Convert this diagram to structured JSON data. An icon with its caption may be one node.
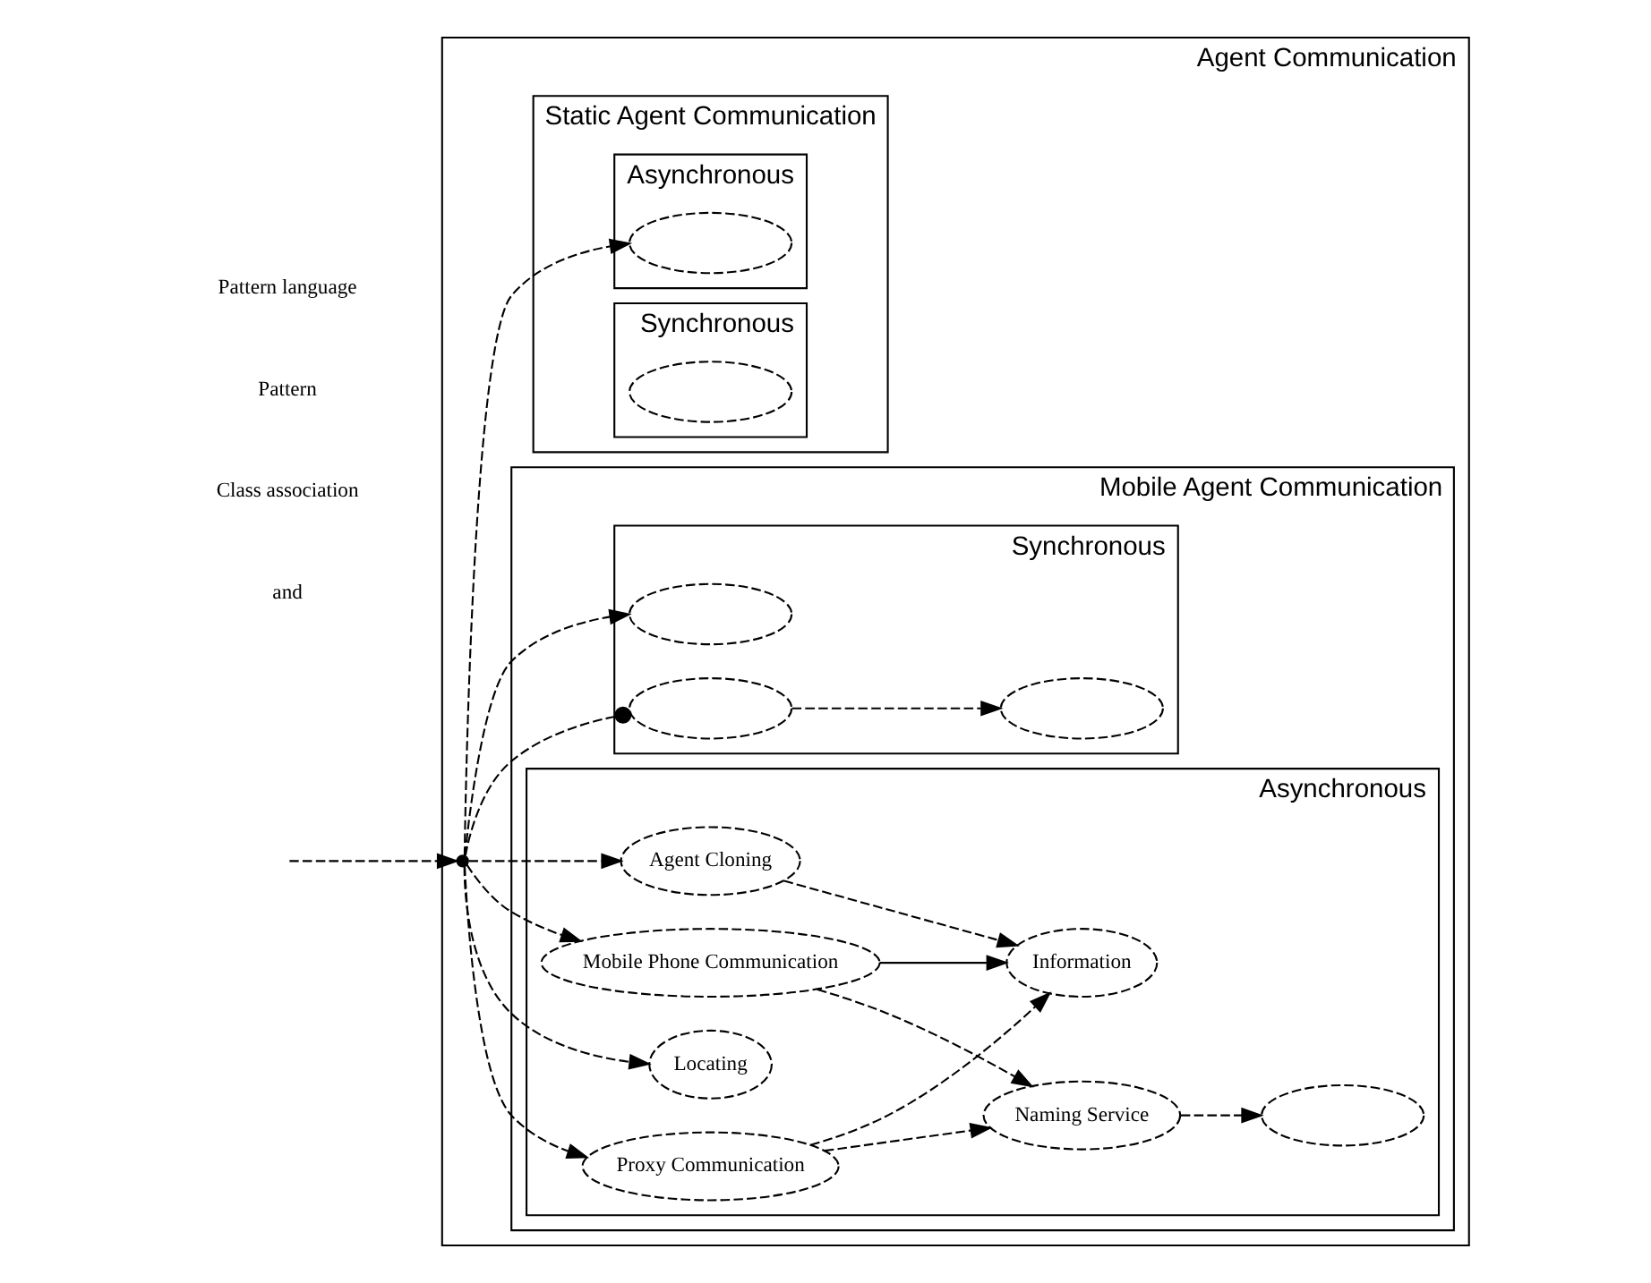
{
  "diagram": {
    "nodes": [
      {
        "text": [
          "Agent Communication"
        ]
      },
      {
        "text": [
          "Mobile Agent Communication"
        ],
        "in": 0
      },
      {
        "text": [
          "Synchronous"
        ],
        "in": 1
      },
      {
        "text": [],
        "shape": "ellipse",
        "in": 2
      },
      {
        "text": [],
        "shape": "ellipse",
        "in": 2
      },
      {
        "text": [],
        "shape": "ellipse",
        "in": 2
      },
      {
        "text": [
          "Asynchronous"
        ],
        "in": 1
      },
      {
        "text": [
          "Agent Cloning"
        ],
        "in": 6
      },
      {
        "text": [
          "Mobile Phone Communication"
        ],
        "in": 6
      },
      {
        "text": [
          "Information"
        ],
        "in": 6
      },
      {
        "text": [
          "Locating"
        ],
        "in": 6
      },
      {
        "text": [
          "Naming Service"
        ],
        "in": 6
      },
      {
        "text": [],
        "shape": "ellipse",
        "in": 6
      },
      {
        "text": [
          "Proxy Communication"
        ],
        "in": 6
      },
      {
        "text": [
          "Static Agent Communication"
        ],
        "in": 0
      },
      {
        "text": [
          "Asynchronous"
        ],
        "in": 14
      },
      {
        "text": [],
        "shape": "ellipse",
        "in": 15
      },
      {
        "text": [
          "Synchronous"
        ],
        "in": 14
      },
      {
        "text": [],
        "shape": "ellipse",
        "in": 17
      },
      {
        "text": [],
        "shape": "circle",
        "in": 0
      }
    ],
    "edges": [
      {
        "from": null,
        "to": 19,
        "arrow": "to",
        "style": "dashed"
      },
      {
        "from": 19,
        "to": 3,
        "arrow": "to",
        "style": "dashed"
      },
      {
        "from": 19,
        "to": 4,
        "arrow": "other",
        "style": "dashed"
      },
      {
        "from": 4,
        "to": 5,
        "arrow": "to",
        "style": "dashed"
      },
      {
        "from": 19,
        "to": 7,
        "arrow": "to",
        "style": "dashed"
      },
      {
        "from": 19,
        "to": 8,
        "arrow": "to",
        "style": "dashed"
      },
      {
        "from": 19,
        "to": 10,
        "arrow": "to",
        "style": "dashed"
      },
      {
        "from": 19,
        "to": 13,
        "arrow": "to",
        "style": "dashed"
      },
      {
        "from": 19,
        "to": 16,
        "arrow": "to",
        "style": "dashed"
      },
      {
        "from": 7,
        "to": 9,
        "arrow": "to",
        "style": "dashed"
      },
      {
        "from": 8,
        "to": 9,
        "arrow": "to"
      },
      {
        "from": 8,
        "to": 11,
        "arrow": "to",
        "style": "dashed"
      },
      {
        "from": 13,
        "to": 9,
        "arrow": "to",
        "style": "dashed"
      },
      {
        "from": 13,
        "to": 11,
        "arrow": "to",
        "style": "dashed"
      },
      {
        "from": 11,
        "to": 12,
        "arrow": "to",
        "style": "dashed"
      }
    ],
    "legend": [
      {
        "text": "Pattern language"
      },
      {
        "text": "Pattern"
      },
      {
        "text": "Class association"
      },
      {
        "text": "and"
      }
    ]
  }
}
